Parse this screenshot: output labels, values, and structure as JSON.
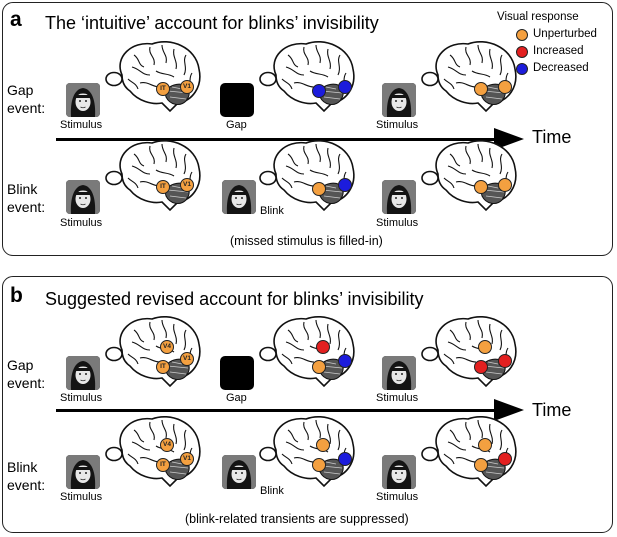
{
  "colors": {
    "unperturbed": "#f4a040",
    "increased": "#e32020",
    "decreased": "#1c1cdc"
  },
  "panel_a": {
    "letter": "a",
    "title": "The ‘intuitive’ account for blinks’ invisibility",
    "gap_row_label": "Gap event:",
    "blink_row_label": "Blink event:",
    "gap_row_stimuli": [
      "Stimulus",
      "Gap",
      "Stimulus"
    ],
    "blink_row_stimuli": [
      "Stimulus",
      "Blink",
      "Stimulus"
    ],
    "footnote": "(missed stimulus is filled-in)",
    "time_label": "Time"
  },
  "panel_b": {
    "letter": "b",
    "title": "Suggested revised account for blinks’ invisibility",
    "gap_row_label": "Gap event:",
    "blink_row_label": "Blink event:",
    "gap_row_stimuli": [
      "Stimulus",
      "Gap",
      "Stimulus"
    ],
    "blink_row_stimuli": [
      "Stimulus",
      "Blink",
      "Stimulus"
    ],
    "footnote": "(blink-related transients are suppressed)",
    "time_label": "Time"
  },
  "legend": {
    "title": "Visual response",
    "items": [
      {
        "label": "Unperturbed",
        "color": "#f4a040"
      },
      {
        "label": "Increased",
        "color": "#e32020"
      },
      {
        "label": "Decreased",
        "color": "#1c1cdc"
      }
    ]
  },
  "region_labels": {
    "it": "IT",
    "v1": "V1",
    "v4": "V4"
  }
}
